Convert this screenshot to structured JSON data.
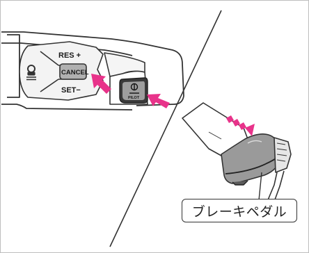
{
  "controls": {
    "res_label": "RES +",
    "cancel_label": "CANCEL",
    "set_label": "SET−",
    "pilot_label": "PILOT"
  },
  "callout": {
    "label": "ブレーキペダル"
  },
  "colors": {
    "arrow": "#e8338a",
    "line": "#333333"
  },
  "icons": [
    "cruise-control-icon",
    "pilot-assist-icon",
    "press-arrow-icon",
    "press-arrow-icon",
    "motion-dash-arrow-icon"
  ]
}
